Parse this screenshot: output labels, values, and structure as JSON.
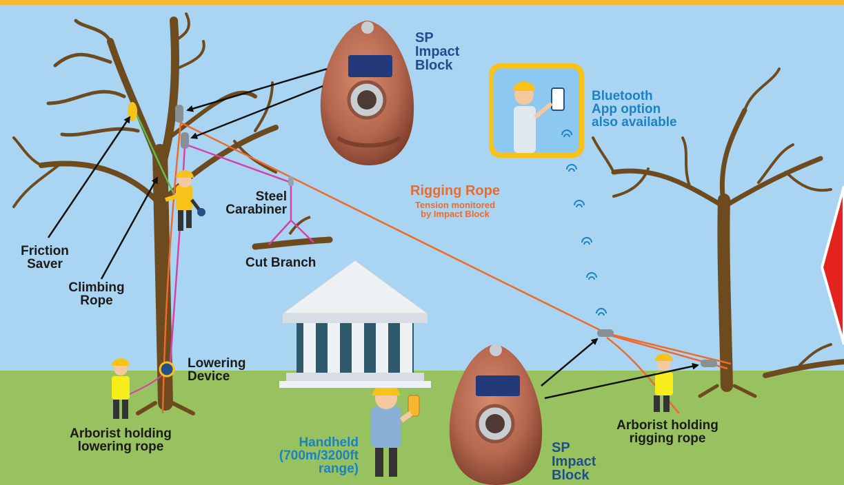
{
  "labels": {
    "sp_block_top": [
      "SP",
      "Impact",
      "Block"
    ],
    "sp_block_bottom": [
      "SP",
      "Impact",
      "Block"
    ],
    "bluetooth": [
      "Bluetooth",
      "App option",
      "also available"
    ],
    "rigging_rope": {
      "title": "Rigging Rope",
      "subtitle": [
        "Tension monitored",
        "by Impact Block"
      ]
    },
    "steel_carabiner": [
      "Steel",
      "Carabiner"
    ],
    "cut_branch": "Cut Branch",
    "friction_saver": [
      "Friction",
      "Saver"
    ],
    "climbing_rope": [
      "Climbing",
      "Rope"
    ],
    "lowering_device": [
      "Lowering",
      "Device"
    ],
    "arborist_lowering": [
      "Arborist holding",
      "lowering rope"
    ],
    "handheld": [
      "Handheld",
      "(700m/3200ft",
      "range)"
    ],
    "arborist_rigging": [
      "Arborist holding",
      "rigging rope"
    ]
  },
  "colors": {
    "sky": "#a9d5f2",
    "grass": "#98c15f",
    "top_border": "#f7b731",
    "tree": "#6e4b1f",
    "block": "#b6684f",
    "rigging_rope": "#ee6a2a",
    "carabiner_sling": "#d641a5",
    "climbing_rope": "#5cbf4b",
    "arrow": "#111111",
    "red_sign": "#e42320"
  },
  "icons": [
    "bluetooth-app-icon",
    "wifi-signal-icon",
    "building-icon",
    "worker-icon",
    "handheld-device-icon"
  ]
}
